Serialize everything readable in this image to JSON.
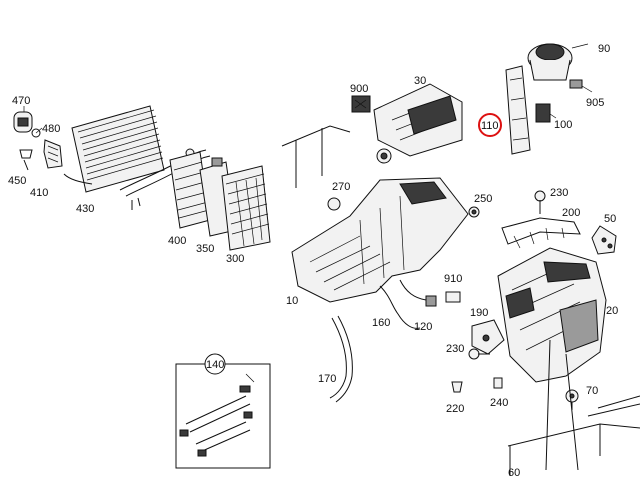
{
  "labels": {
    "p470": "470",
    "p480": "480",
    "p450": "450",
    "p410": "410",
    "p430": "430",
    "p400": "400",
    "p350": "350",
    "p300": "300",
    "p900": "900",
    "p30": "30",
    "p110": "110",
    "p90": "90",
    "p905": "905",
    "p100": "100",
    "p270": "270",
    "p250": "250",
    "p230a": "230",
    "p200": "200",
    "p50": "50",
    "p10": "10",
    "p910": "910",
    "p160": "160",
    "p120": "120",
    "p190": "190",
    "p20": "20",
    "p230b": "230",
    "p170": "170",
    "p140": "140",
    "p220": "220",
    "p240": "240",
    "p70": "70",
    "p60": "60"
  },
  "highlight_color": "#dd1111"
}
